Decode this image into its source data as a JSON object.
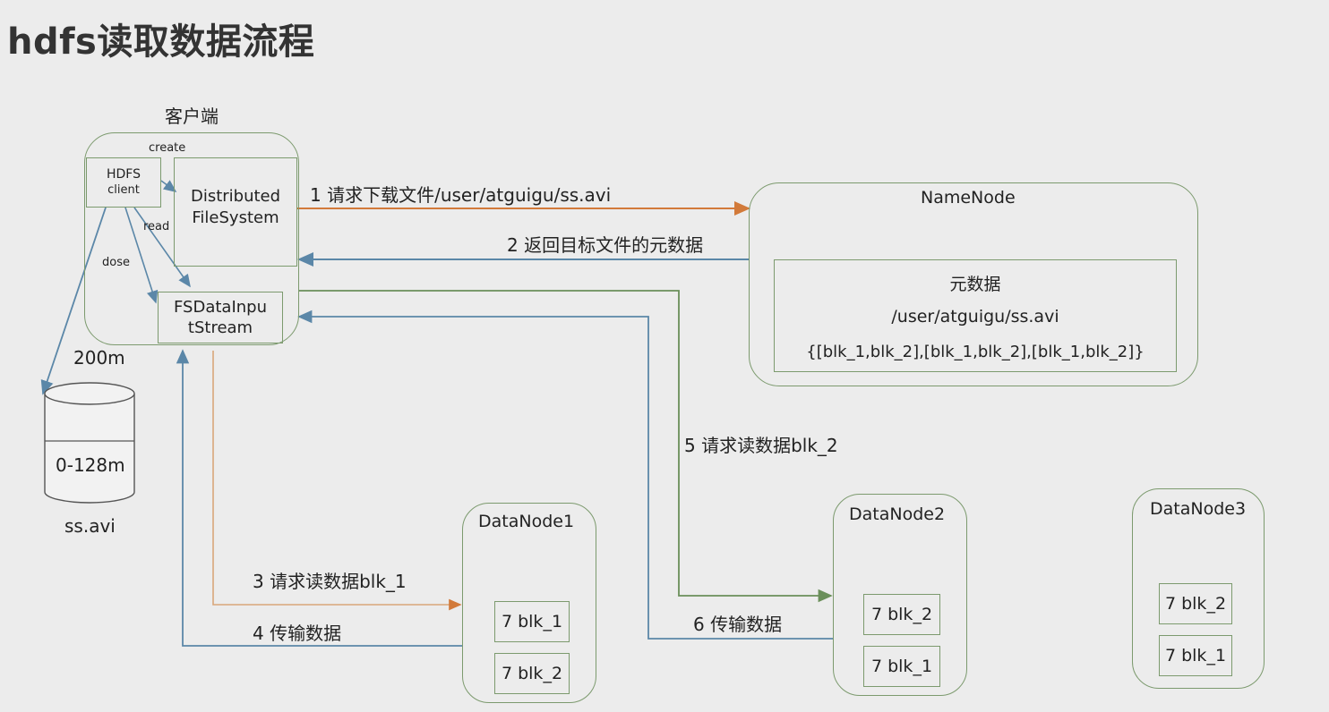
{
  "title": "hdfs读取数据流程",
  "client": {
    "label": "客户端",
    "create": "create",
    "read": "read",
    "close": "dose",
    "hdfs_client_line1": "HDFS",
    "hdfs_client_line2": "client",
    "dfs_line1": "Distributed",
    "dfs_line2": "FileSystem",
    "fsdis_line1": "FSDataInpu",
    "fsdis_line2": "tStream"
  },
  "file": {
    "size_top": "200m",
    "segment": "0-128m",
    "name": "ss.avi"
  },
  "namenode": {
    "title": "NameNode",
    "meta_title": "元数据",
    "meta_path": "/user/atguigu/ss.avi",
    "meta_blocks": "{[blk_1,blk_2],[blk_1,blk_2],[blk_1,blk_2]}"
  },
  "steps": {
    "s1": "1 请求下载文件/user/atguigu/ss.avi",
    "s2": "2 返回目标文件的元数据",
    "s3": "3 请求读数据blk_1",
    "s4": "4 传输数据",
    "s5": "5 请求读数据blk_2",
    "s6": "6 传输数据"
  },
  "datanodes": [
    {
      "title": "DataNode1",
      "blocks": [
        "7 blk_1",
        "7 blk_2"
      ]
    },
    {
      "title": "DataNode2",
      "blocks": [
        "7 blk_2",
        "7 blk_1"
      ]
    },
    {
      "title": "DataNode3",
      "blocks": [
        "7 blk_2",
        "7 blk_1"
      ]
    }
  ],
  "colors": {
    "box_border": "#7c9a6e",
    "arrow_request": "#d27a3a",
    "arrow_return": "#5b87a8",
    "arrow_dn2": "#6a8f5a"
  }
}
